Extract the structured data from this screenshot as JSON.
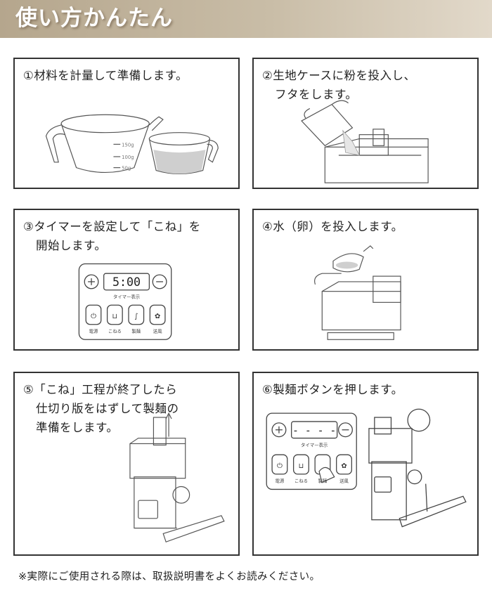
{
  "header": {
    "title": "使い方かんたん"
  },
  "steps": [
    {
      "line1": "①材料を計量して準備します。",
      "line2": ""
    },
    {
      "line1": "②生地ケースに粉を投入し、",
      "line2": "フタをします。"
    },
    {
      "line1": "③タイマーを設定して「こね」を",
      "line2": "開始します。"
    },
    {
      "line1": "④水（卵）を投入します。",
      "line2": ""
    },
    {
      "line1": "⑤「こね」工程が終了したら",
      "line2": "仕切り版をはずして製麺の",
      "line3": "準備をします。"
    },
    {
      "line1": "⑥製麺ボタンを押します。",
      "line2": ""
    }
  ],
  "cups": {
    "big_marks": [
      "150g",
      "100g",
      "50g"
    ]
  },
  "panel3": {
    "display": "5:00",
    "timer_label": "タイマー表示",
    "buttons": [
      "電源",
      "こねる",
      "製麺",
      "送風"
    ]
  },
  "panel6": {
    "display": "- - - -",
    "timer_label": "タイマー表示",
    "buttons": [
      "電源",
      "こねる",
      "製麺",
      "送風"
    ]
  },
  "footnote": "※実際にご使用される際は、取扱説明書をよくお読みください。"
}
